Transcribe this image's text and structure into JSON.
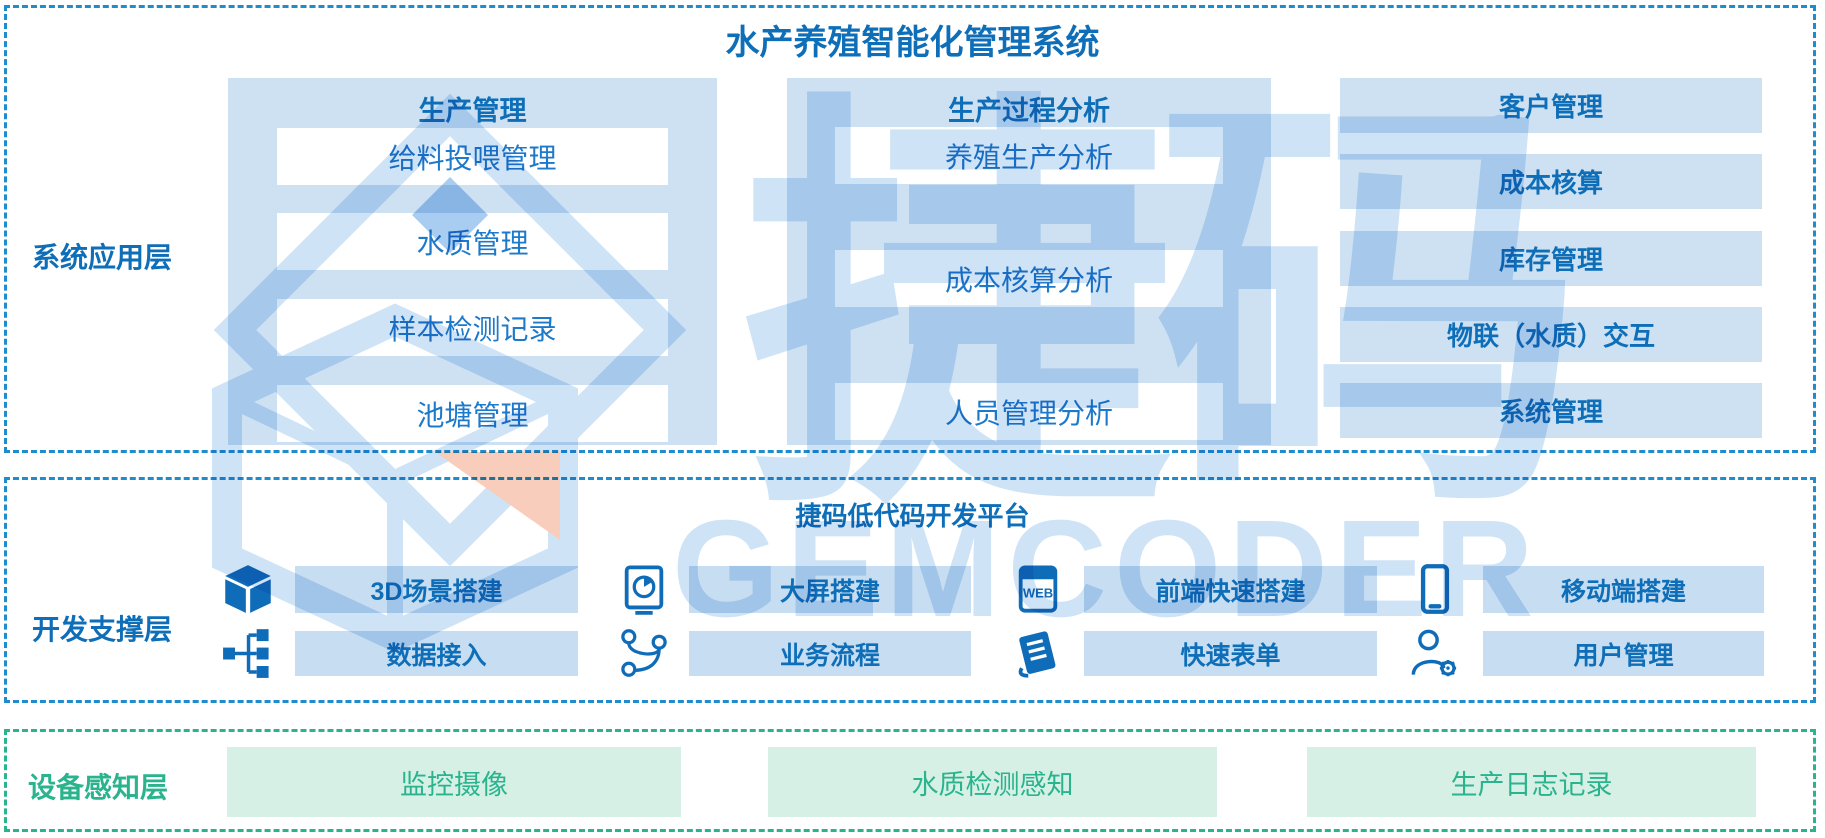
{
  "title": "水产养殖智能化管理系统",
  "app_layer": {
    "label": "系统应用层",
    "panels": [
      {
        "header": "生产管理",
        "items": [
          "给料投喂管理",
          "水质管理",
          "样本检测记录",
          "池塘管理"
        ]
      },
      {
        "header": "生产过程分析",
        "items": [
          "养殖生产分析",
          "成本核算分析",
          "人员管理分析"
        ]
      }
    ],
    "bars": [
      "客户管理",
      "成本核算",
      "库存管理",
      "物联（水质）交互",
      "系统管理"
    ]
  },
  "dev_layer": {
    "label": "开发支撑层",
    "platform_title": "捷码低代码开发平台",
    "row1": [
      {
        "icon": "cube-3d-icon",
        "label": "3D场景搭建"
      },
      {
        "icon": "screen-chart-icon",
        "label": "大屏搭建"
      },
      {
        "icon": "web-browser-icon",
        "icon_text": "WEB",
        "label": "前端快速搭建"
      },
      {
        "icon": "mobile-phone-icon",
        "label": "移动端搭建"
      }
    ],
    "row2": [
      {
        "icon": "data-tree-icon",
        "label": "数据接入"
      },
      {
        "icon": "workflow-icon",
        "label": "业务流程"
      },
      {
        "icon": "form-document-icon",
        "label": "快速表单"
      },
      {
        "icon": "user-gear-icon",
        "label": "用户管理"
      }
    ]
  },
  "device_layer": {
    "label": "设备感知层",
    "items": [
      "监控摄像",
      "水质检测感知",
      "生产日志记录"
    ]
  },
  "watermark": {
    "logo_text": "捷码",
    "brand_text": "GEMCODER"
  },
  "colors": {
    "accent_blue": "#0e6eb8",
    "item_blue": "#1d79ca",
    "border_blue": "#1f8ccd",
    "panel_blue": "#cde1f3",
    "bar_blue": "#c7ddf2",
    "green": "#2ab48e",
    "green_bg": "#d7f0e5",
    "watermark_blue": "#cfe3f6",
    "watermark_peach": "#f8cdbb"
  }
}
